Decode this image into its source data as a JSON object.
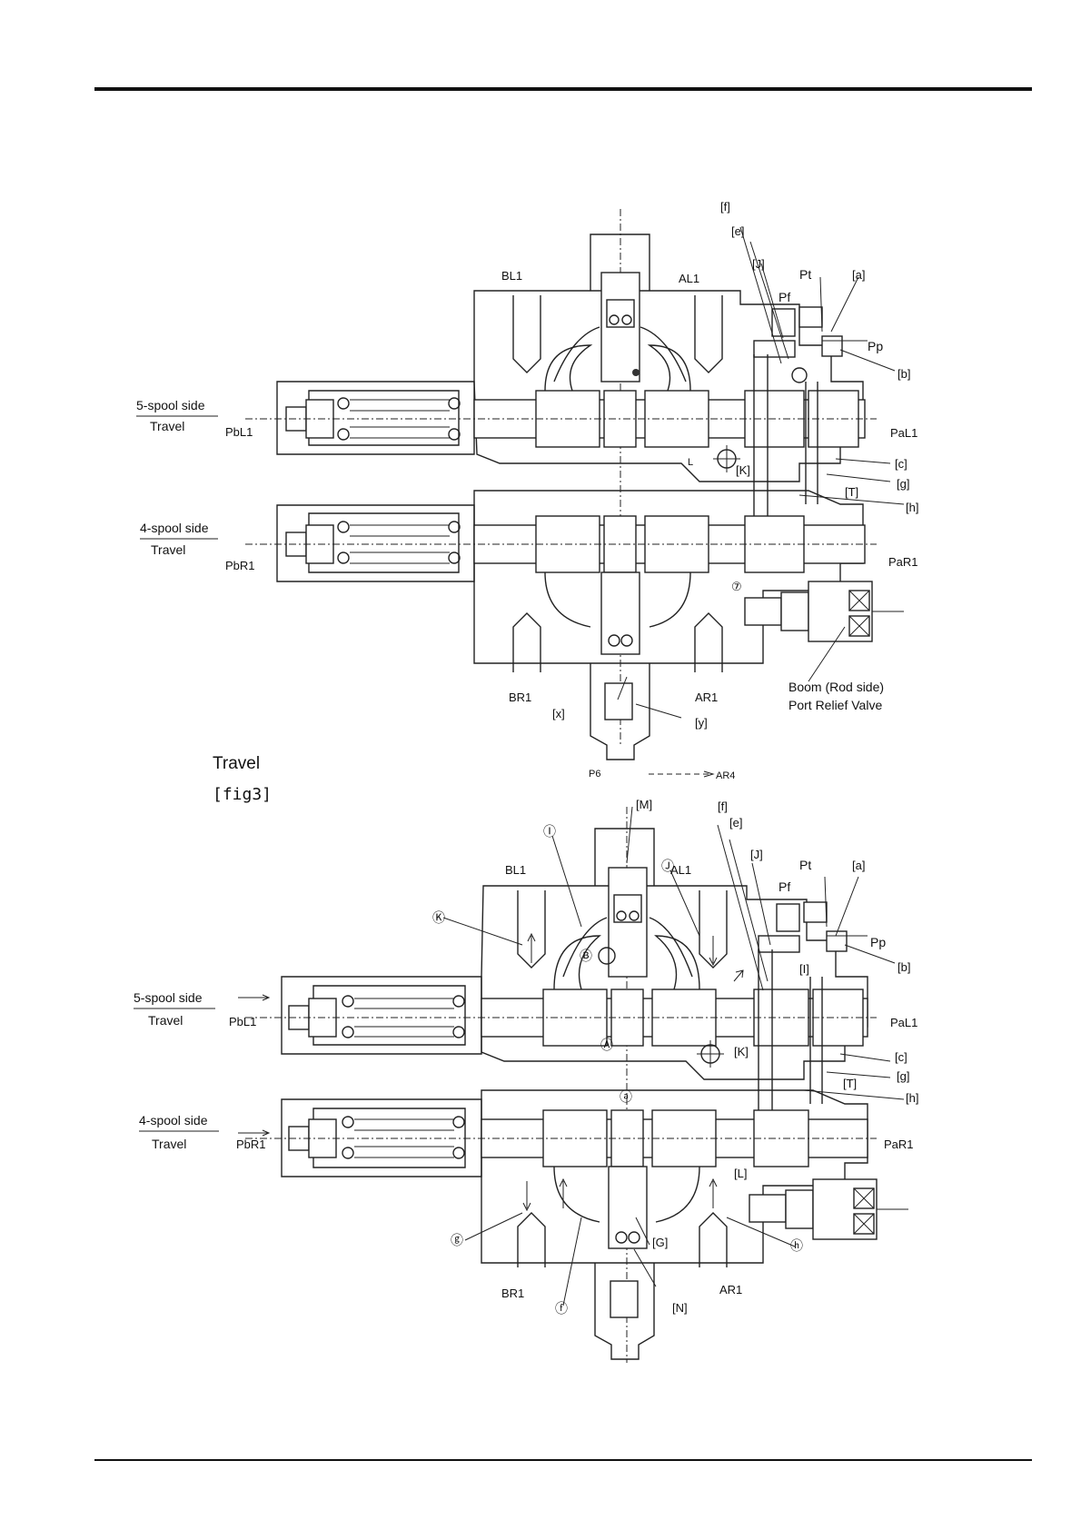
{
  "page": {
    "caption_section": "Travel",
    "caption_fig": "[fig3]"
  },
  "diagram1": {
    "BL1": "BL1",
    "AL1": "AL1",
    "BR1": "BR1",
    "AR1": "AR1",
    "f": "[f]",
    "e": "[e]",
    "J": "[J]",
    "Pt": "Pt",
    "a": "[a]",
    "Pf": "Pf",
    "Pp": "Pp",
    "b": "[b]",
    "PaL1": "PaL1",
    "c": "[c]",
    "g": "[g]",
    "T": "[T]",
    "h": "[h]",
    "K": "[K]",
    "L": "L",
    "seven": "⑦",
    "PaR1": "PaR1",
    "side5": "5-spool side",
    "travel5": "Travel",
    "PbL1": "PbL1",
    "side4": "4-spool side",
    "travel4": "Travel",
    "PbR1": "PbR1",
    "x": "[x]",
    "y": "[y]",
    "P6": "P6",
    "AR4": "AR4",
    "relief1": "Boom (Rod side)",
    "relief2": "Port Relief Valve"
  },
  "diagram2": {
    "M": "[M]",
    "f": "[f]",
    "e": "[e]",
    "J": "[J]",
    "Pt": "Pt",
    "a": "[a]",
    "Pf": "Pf",
    "Pp": "Pp",
    "b": "[b]",
    "BL1": "BL1",
    "AL1": "AL1",
    "circI": "Ⓘ",
    "circK": "Ⓚ",
    "circJ": "Ⓙ",
    "circB": "Ⓑ",
    "I": "[I]",
    "side5": "5-spool side",
    "travel5": "Travel",
    "PbL1": "PbL1",
    "PaL1": "PaL1",
    "circA": "Ⓐ",
    "K": "[K]",
    "c": "[c]",
    "g": "[g]",
    "T": "[T]",
    "h": "[h]",
    "circa": "ⓐ",
    "side4": "4-spool side",
    "travel4": "Travel",
    "PbR1": "PbR1",
    "PaR1": "PaR1",
    "L": "[L]",
    "circg": "ⓖ",
    "G": "[G]",
    "circh": "ⓗ",
    "BR1": "BR1",
    "circf": "ⓕ",
    "N": "[N]",
    "AR1": "AR1"
  }
}
